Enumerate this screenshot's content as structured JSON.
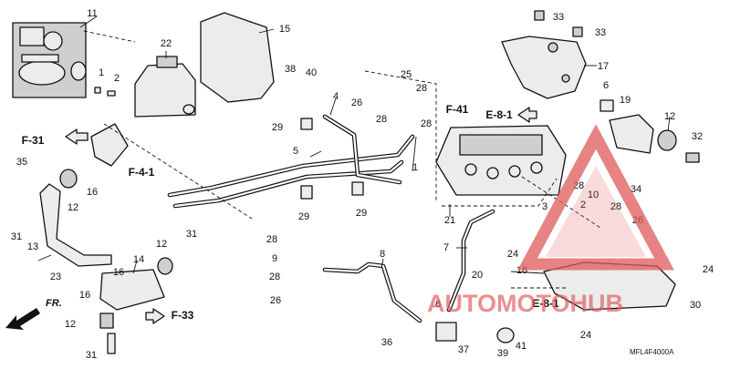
{
  "callouts": {
    "c1": "1",
    "c2": "2",
    "c2b": "2",
    "c3": "3",
    "c4": "4",
    "c5": "5",
    "c6": "6",
    "c7": "7",
    "c8": "8",
    "c9": "9",
    "c10": "10",
    "c11": "11",
    "c12a": "12",
    "c12b": "12",
    "c12c": "12",
    "c12d": "12",
    "c13": "13",
    "c14": "14",
    "c15": "15",
    "c16a": "16",
    "c16b": "16",
    "c16c": "16",
    "c17": "17",
    "c18": "18",
    "c19": "19",
    "c20": "20",
    "c21": "21",
    "c22": "22",
    "c23": "23",
    "c24a": "24",
    "c24b": "24",
    "c24c": "24",
    "c25": "25",
    "c26a": "26",
    "c26b": "26",
    "c26c": "26",
    "c28a": "28",
    "c28b": "28",
    "c28c": "28",
    "c28d": "28",
    "c28e": "28",
    "c28f": "28",
    "c29a": "29",
    "c29b": "29",
    "c29c": "29",
    "c30": "30",
    "c31a": "31",
    "c31b": "31",
    "c31c": "31",
    "c32": "32",
    "c33a": "33",
    "c33b": "33",
    "c34": "34",
    "c35": "35",
    "c36": "36",
    "c37": "37",
    "c38": "38",
    "c39": "39",
    "c40": "40",
    "c41": "41"
  },
  "refs": {
    "f31": "F-31",
    "f41a": "F-4-1",
    "f41b": "F-41",
    "e81a": "E-8-1",
    "e81b": "E-8-1",
    "f33": "F-33"
  },
  "direction_label": "FR.",
  "diagram_code": "MFL4F4000A",
  "watermark": {
    "text": "AUTOMOTOHUB",
    "color": "#e05a5a"
  }
}
